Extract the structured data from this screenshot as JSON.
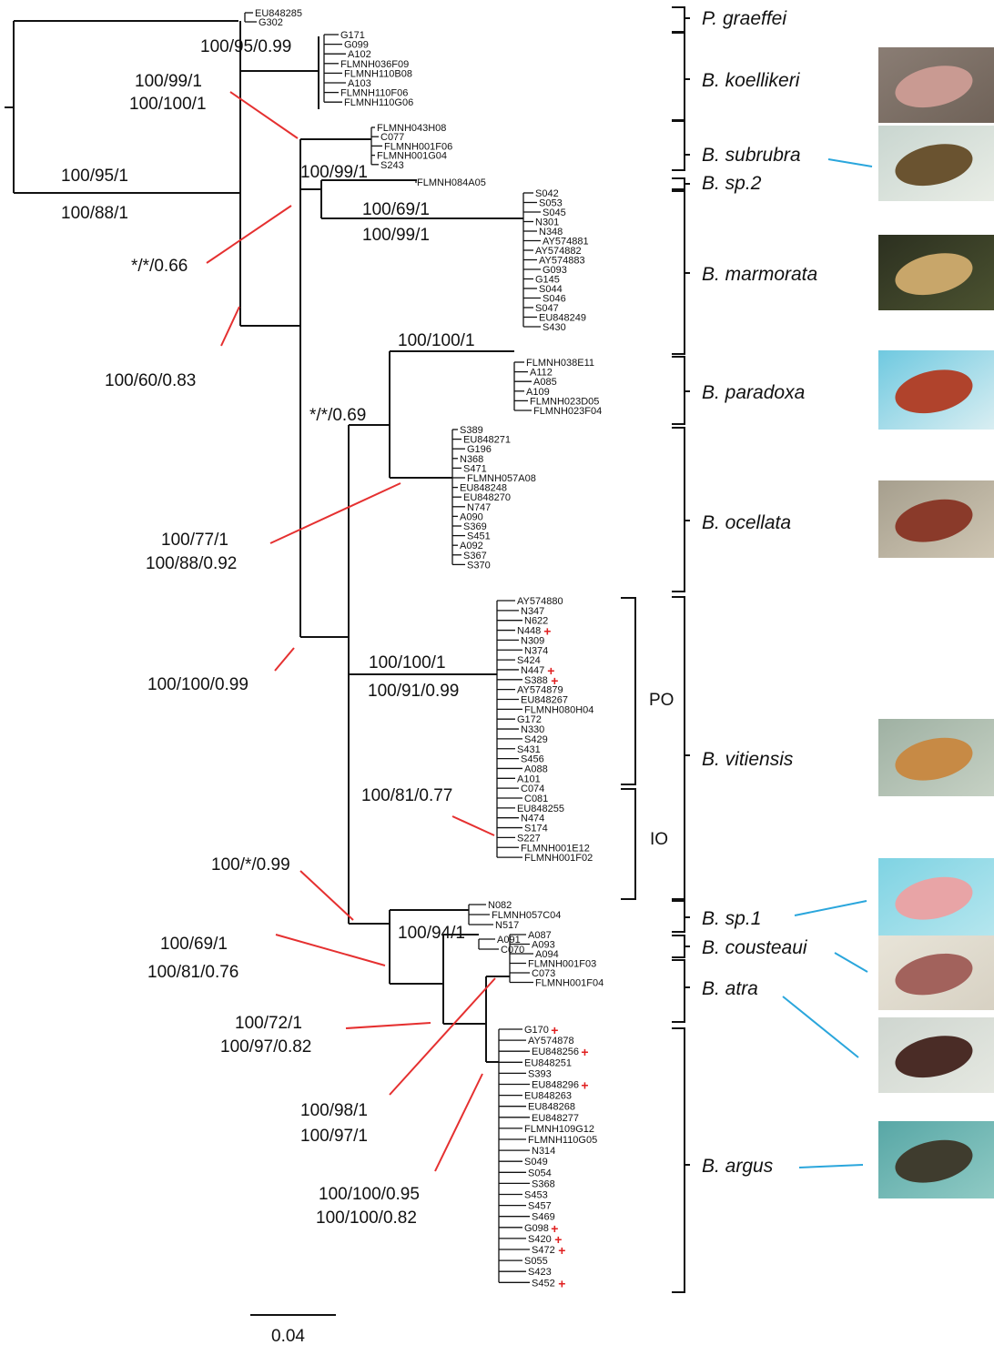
{
  "clades": [
    {
      "name": "P. graeffei"
    },
    {
      "name": "B. koellikeri"
    },
    {
      "name": "B. subrubra"
    },
    {
      "name": "B. sp.2"
    },
    {
      "name": "B. marmorata"
    },
    {
      "name": "B. paradoxa"
    },
    {
      "name": "B. ocellata"
    },
    {
      "name": "B. vitiensis"
    },
    {
      "name": "B. sp.1"
    },
    {
      "name": "B. cousteaui"
    },
    {
      "name": "B. atra"
    },
    {
      "name": "B. argus"
    }
  ],
  "regions": [
    "PO",
    "IO"
  ],
  "support": {
    "s1": "100/95/0.99",
    "s2a": "100/99/1",
    "s2b": "100/100/1",
    "s3a": "100/95/1",
    "s3b": "100/88/1",
    "s4": "100/99/1",
    "s5a": "100/69/1",
    "s5b": "100/99/1",
    "s6": "*/*/0.66",
    "s7": "100/60/0.83",
    "s8": "100/100/1",
    "s9": "*/*/0.69",
    "s10a": "100/77/1",
    "s10b": "100/88/0.92",
    "s11": "100/100/0.99",
    "s12a": "100/100/1",
    "s12b": "100/91/0.99",
    "s13": "100/81/0.77",
    "s14": "100/*/0.99",
    "s15": "100/94/1",
    "s16a": "100/69/1",
    "s16b": "100/81/0.76",
    "s17a": "100/72/1",
    "s17b": "100/97/0.82",
    "s18a": "100/98/1",
    "s18b": "100/97/1",
    "s19a": "100/100/0.95",
    "s19b": "100/100/0.82"
  },
  "scale_label": "0.04",
  "plus_symbol": "+",
  "tips": {
    "graeffei": [
      "EU848285",
      "G302"
    ],
    "koellikeri": [
      "G171",
      "G099",
      "A102",
      "FLMNH036F09",
      "FLMNH110B08",
      "A103",
      "FLMNH110F06",
      "FLMNH110G06"
    ],
    "subrubra": [
      "FLMNH043H08",
      "C077",
      "FLMNH001F06",
      "FLMNH001G04",
      "S243"
    ],
    "sp2": [
      "FLMNH084A05"
    ],
    "marmorata": [
      "S042",
      "S053",
      "S045",
      "N301",
      "N348",
      "AY574881",
      "AY574882",
      "AY574883",
      "G093",
      "G145",
      "S044",
      "S046",
      "S047",
      "EU848249",
      "S430"
    ],
    "paradoxa": [
      "FLMNH038E11",
      "A112",
      "A085",
      "A109",
      "FLMNH023D05",
      "FLMNH023F04"
    ],
    "ocellata": [
      "S389",
      "EU848271",
      "G196",
      "N368",
      "S471",
      "FLMNH057A08",
      "EU848248",
      "EU848270",
      "N747",
      "A090",
      "S369",
      "S451",
      "A092",
      "S367",
      "S370"
    ],
    "vitiensis": [
      "AY574880",
      "N347",
      "N622",
      "N448",
      "N309",
      "N374",
      "S424",
      "N447",
      "S388",
      "AY574879",
      "EU848267",
      "FLMNH080H04",
      "G172",
      "N330",
      "S429",
      "S431",
      "S456",
      "A088",
      "A101",
      "C074",
      "C081",
      "EU848255",
      "N474",
      "S174",
      "S227",
      "FLMNH001E12",
      "FLMNH001F02"
    ],
    "sp1": [
      "N082",
      "FLMNH057C04",
      "N517"
    ],
    "cousteaui": [
      "A091",
      "C070"
    ],
    "atra": [
      "A087",
      "A093",
      "A094",
      "FLMNH001F03",
      "C073",
      "FLMNH001F04"
    ],
    "argus": [
      "G170",
      "AY574878",
      "EU848256",
      "EU848251",
      "S393",
      "EU848296",
      "EU848263",
      "EU848268",
      "EU848277",
      "FLMNH109G12",
      "FLMNH110G05",
      "N314",
      "S049",
      "S054",
      "S368",
      "S453",
      "S457",
      "S469",
      "G098",
      "S420",
      "S472",
      "S055",
      "S423",
      "S452"
    ]
  },
  "photos": [
    {
      "clade": "B. koellikeri",
      "colors": [
        "#8a7d74",
        "#c99a92",
        "#6f6258"
      ]
    },
    {
      "clade": "B. subrubra",
      "colors": [
        "#c9d6d0",
        "#6a5330",
        "#e9ede6"
      ]
    },
    {
      "clade": "B. marmorata",
      "colors": [
        "#2c3020",
        "#c8a66a",
        "#4b5230"
      ]
    },
    {
      "clade": "B. paradoxa",
      "colors": [
        "#6fc9e0",
        "#b0432c",
        "#d9eef2"
      ]
    },
    {
      "clade": "B. ocellata",
      "colors": [
        "#a69f8e",
        "#8a3a2a",
        "#cfc6b3"
      ]
    },
    {
      "clade": "B. vitiensis",
      "colors": [
        "#9fb1a3",
        "#c78a45",
        "#c6d1c4"
      ]
    },
    {
      "clade": "B. sp.1",
      "colors": [
        "#7fd3e3",
        "#e8a4a6",
        "#b5e6ee"
      ]
    },
    {
      "clade": "B. cousteaui",
      "colors": [
        "#e8e4d8",
        "#a2625c",
        "#d7d1c3"
      ]
    },
    {
      "clade": "B. atra",
      "colors": [
        "#cfd6d0",
        "#4a2c26",
        "#e5e8e1"
      ]
    },
    {
      "clade": "B. argus",
      "colors": [
        "#58a7a6",
        "#3f3c2e",
        "#8fcac4"
      ]
    }
  ]
}
